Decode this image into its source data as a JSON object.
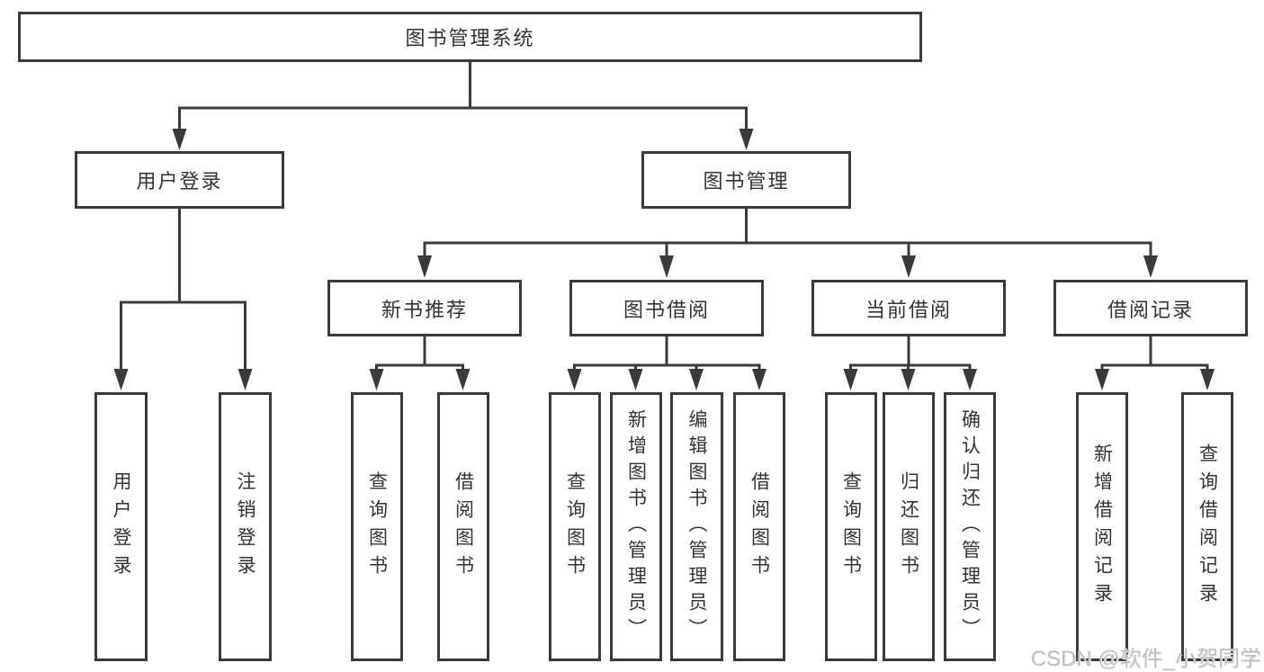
{
  "diagram": {
    "root": {
      "label": "图书管理系统"
    },
    "level2": [
      {
        "label": "用户登录"
      },
      {
        "label": "图书管理"
      }
    ],
    "level3": [
      {
        "label": "新书推荐"
      },
      {
        "label": "图书借阅"
      },
      {
        "label": "当前借阅"
      },
      {
        "label": "借阅记录"
      }
    ],
    "leaves": {
      "login": [
        {
          "label": "用户登录"
        },
        {
          "label": "注销登录"
        }
      ],
      "newbook": [
        {
          "label": "查询图书"
        },
        {
          "label": "借阅图书"
        }
      ],
      "borrow": [
        {
          "label": "查询图书"
        },
        {
          "label": "新增图书（管理员）"
        },
        {
          "label": "编辑图书（管理员）"
        },
        {
          "label": "借阅图书"
        }
      ],
      "current": [
        {
          "label": "查询图书"
        },
        {
          "label": "归还图书"
        },
        {
          "label": "确认归还（管理员）"
        }
      ],
      "records": [
        {
          "label": "新增借阅记录"
        },
        {
          "label": "查询借阅记录"
        }
      ]
    }
  },
  "watermark": "CSDN @软件_小贺同学",
  "colors": {
    "line": "#3a3a3a",
    "text": "#333333",
    "watermark": "#bfbfbf",
    "background": "#ffffff"
  }
}
